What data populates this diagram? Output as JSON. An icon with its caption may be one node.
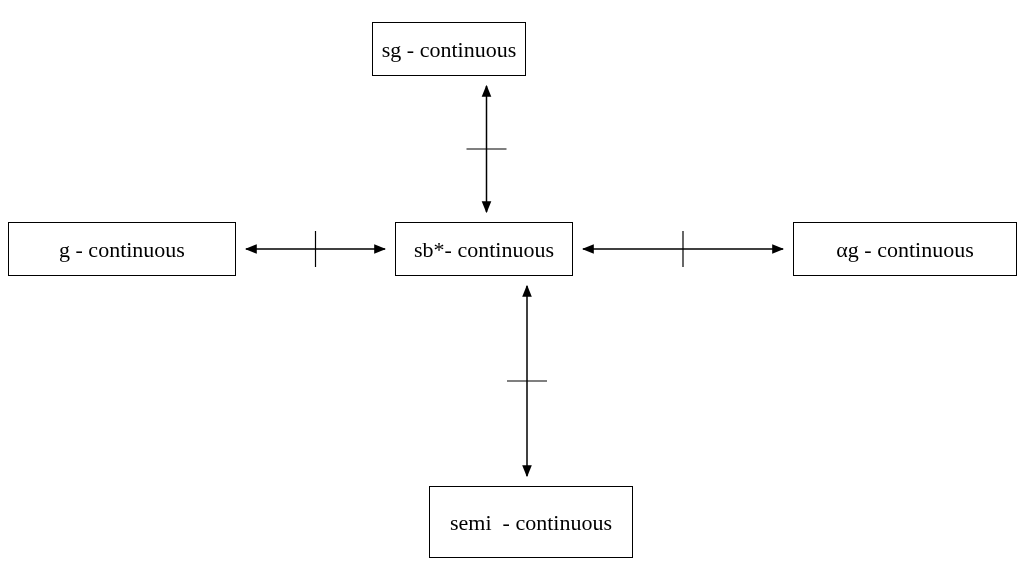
{
  "diagram": {
    "nodes": [
      {
        "text": [
          "sg - continuous"
        ]
      },
      {
        "text": [
          "g - continuous"
        ]
      },
      {
        "text": [
          "sb*- continuous"
        ]
      },
      {
        "text": [
          "αg - continuous"
        ]
      },
      {
        "text": [
          "semi  - continuous"
        ]
      }
    ],
    "edges": [
      {
        "from": 2,
        "to": 0,
        "arrow": "both"
      },
      {
        "from": 1,
        "to": 2,
        "arrow": "both"
      },
      {
        "from": 2,
        "to": 3,
        "arrow": "both"
      },
      {
        "from": 2,
        "to": 4,
        "arrow": "both"
      }
    ]
  }
}
